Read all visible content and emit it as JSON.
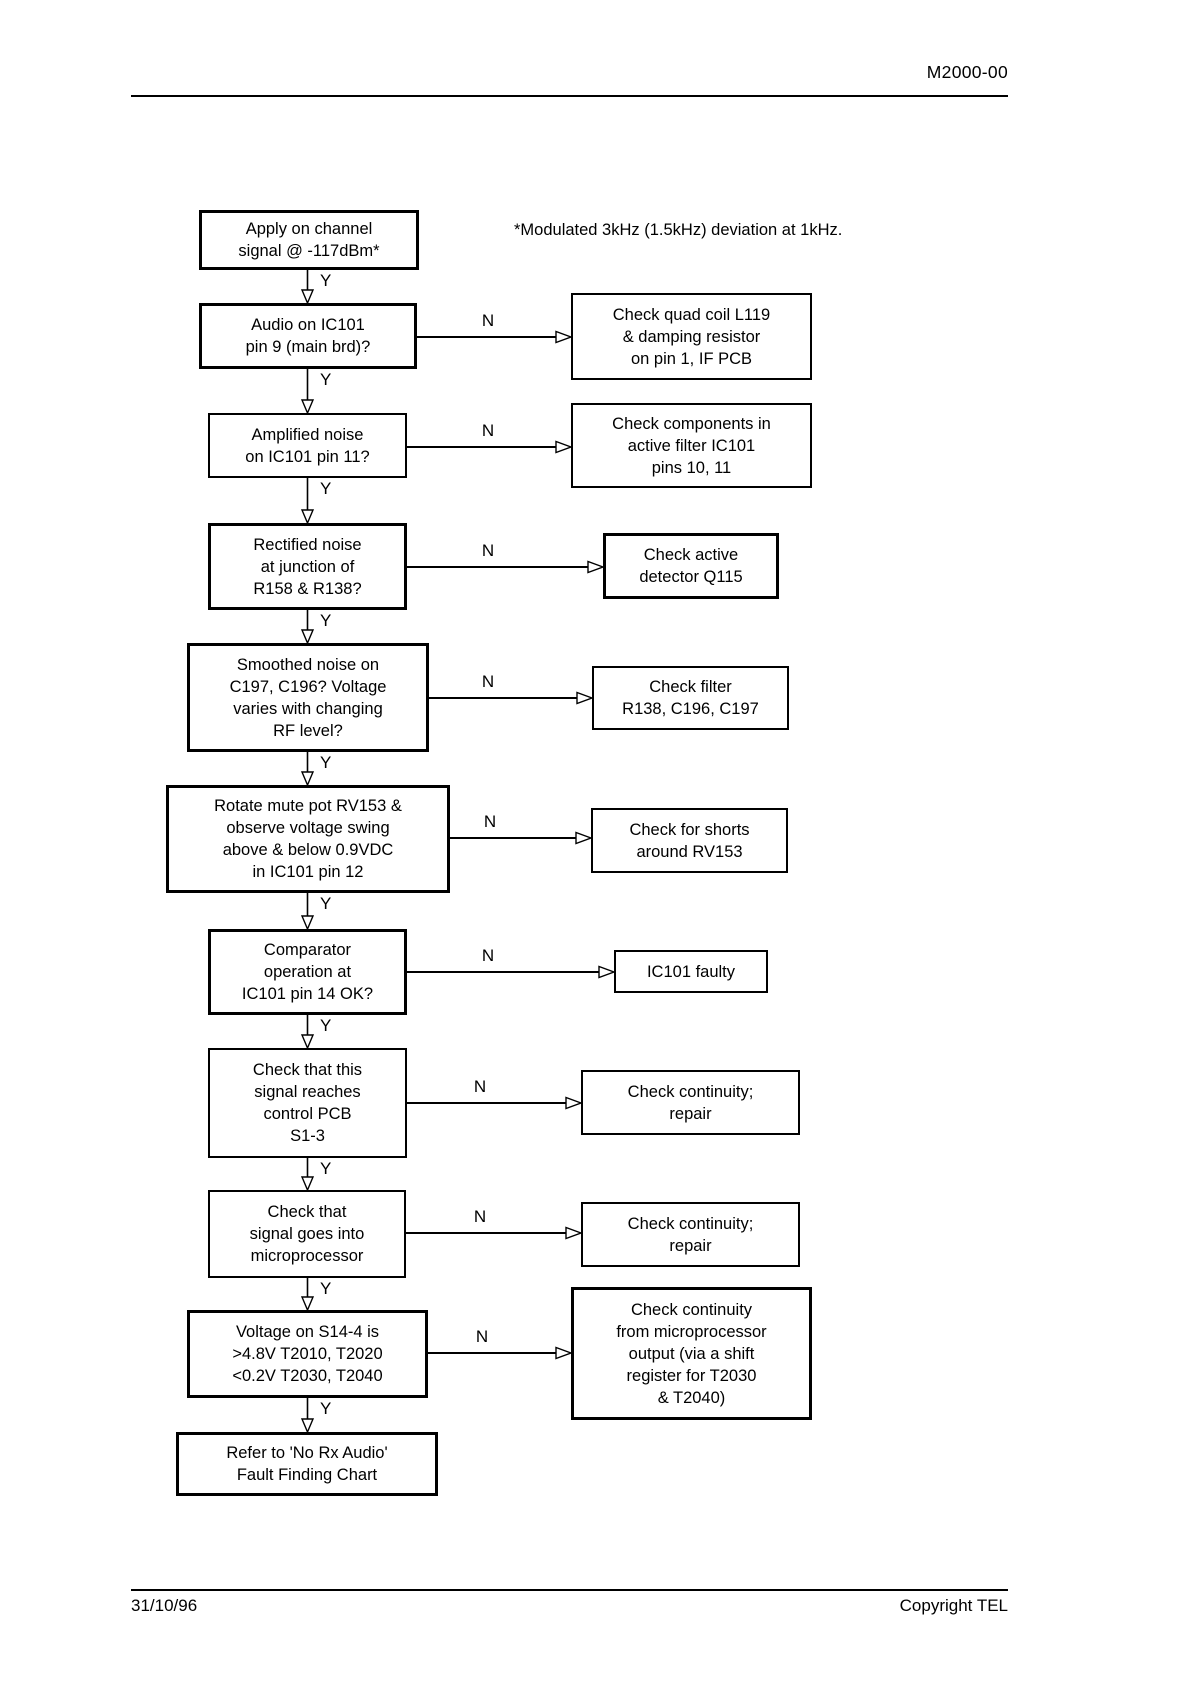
{
  "page": {
    "doc_number": "M2000-00",
    "footer_date": "31/10/96",
    "footer_copyright": "Copyright TEL"
  },
  "note": "*Modulated 3kHz (1.5kHz) deviation at 1kHz.",
  "labels": {
    "yes": "Y",
    "no": "N"
  },
  "flowchart": {
    "steps": [
      {
        "question": [
          "Apply on channel",
          "signal @ -117dBm*"
        ]
      },
      {
        "question": [
          "Audio on IC101",
          "pin 9 (main brd)?"
        ],
        "no_action": [
          "Check quad coil L119",
          "& damping resistor",
          "on pin 1, IF PCB"
        ]
      },
      {
        "question": [
          "Amplified noise",
          "on IC101 pin 11?"
        ],
        "no_action": [
          "Check components in",
          "active filter IC101",
          "pins 10, 11"
        ]
      },
      {
        "question": [
          "Rectified noise",
          "at junction of",
          "R158 & R138?"
        ],
        "no_action": [
          "Check active",
          "detector Q115"
        ]
      },
      {
        "question": [
          "Smoothed noise on",
          "C197, C196? Voltage",
          "varies with changing",
          "RF level?"
        ],
        "no_action": [
          "Check filter",
          "R138, C196, C197"
        ]
      },
      {
        "question": [
          "Rotate mute pot RV153 &",
          "observe voltage swing",
          "above & below 0.9VDC",
          "in IC101 pin 12"
        ],
        "no_action": [
          "Check for shorts",
          "around RV153"
        ]
      },
      {
        "question": [
          "Comparator",
          "operation at",
          "IC101 pin 14 OK?"
        ],
        "no_action": [
          "IC101 faulty"
        ]
      },
      {
        "question": [
          "Check that this",
          "signal reaches",
          "control PCB",
          "S1-3"
        ],
        "no_action": [
          "Check continuity;",
          "repair"
        ]
      },
      {
        "question": [
          "Check that",
          "signal goes into",
          "microprocessor"
        ],
        "no_action": [
          "Check continuity;",
          "repair"
        ]
      },
      {
        "question": [
          "Voltage on S14-4 is",
          ">4.8V T2010, T2020",
          "<0.2V T2030, T2040"
        ],
        "no_action": [
          "Check continuity",
          "from microprocessor",
          "output (via a shift",
          "register for T2030",
          "& T2040)"
        ]
      },
      {
        "question": [
          "Refer to 'No Rx Audio'",
          "Fault Finding Chart"
        ]
      }
    ]
  }
}
